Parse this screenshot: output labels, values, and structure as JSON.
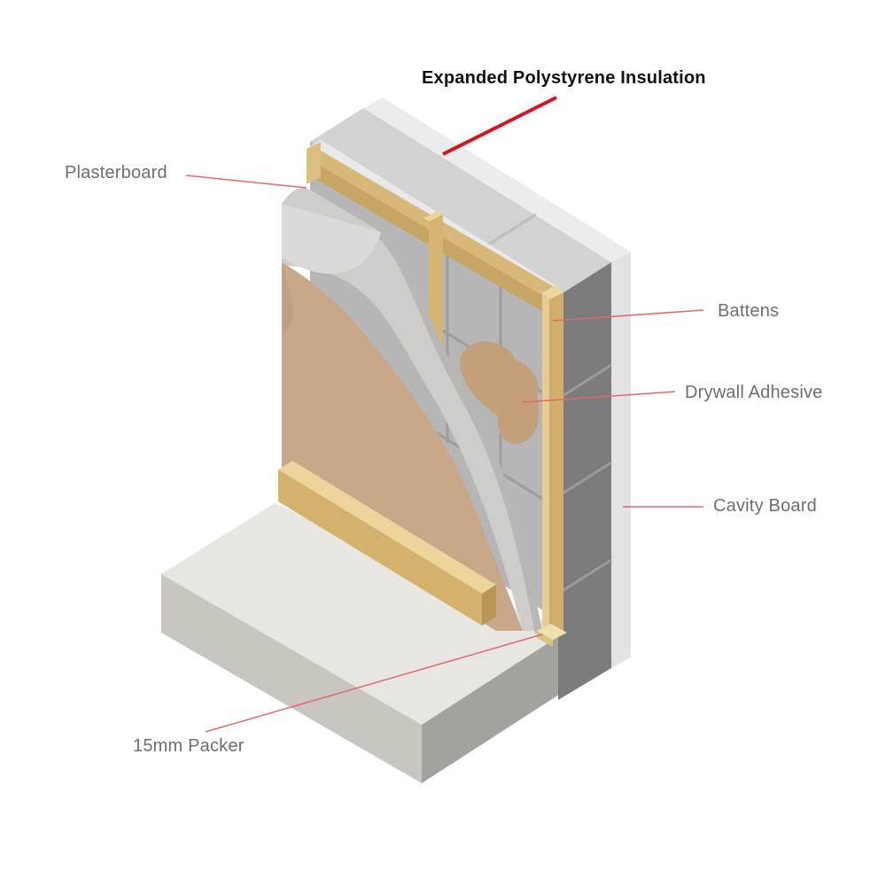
{
  "diagram": {
    "labels": {
      "insulation": "Expanded Polystyrene Insulation",
      "plasterboard": "Plasterboard",
      "battens": "Battens",
      "adhesive": "Drywall Adhesive",
      "cavity_board": "Cavity Board",
      "packer": "15mm Packer"
    },
    "colors": {
      "leader_line": "#e06a6a",
      "title_leader": "#d9141e",
      "label_text": "#6e6e6e",
      "title_text": "#111111",
      "batten": "#d8b878",
      "plaster": "#c9a88a",
      "board": "#cfccc7",
      "block_face": "#b4b4b4",
      "block_side": "#7a7a7a",
      "slab_top": "#e8e6e1"
    }
  }
}
